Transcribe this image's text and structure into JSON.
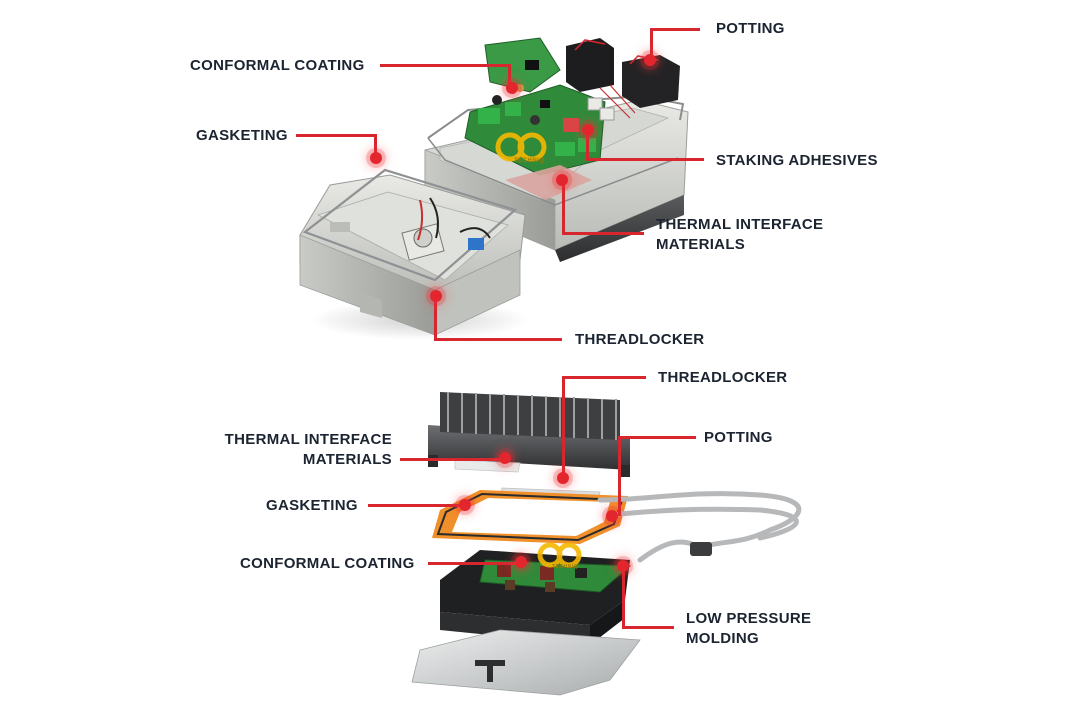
{
  "colors": {
    "accent_red": "#d7262e",
    "label_text": "#1b2430",
    "gasket_orange": "#f0902a",
    "pcb_green": "#2f8a3a",
    "logo_yellow": "#f5b800"
  },
  "top_assembly": {
    "labels": {
      "potting": "POTTING",
      "conformal_coating": "CONFORMAL COATING",
      "gasketing": "GASKETING",
      "staking_adhesives": "STAKING ADHESIVES",
      "thermal_interface_line1": "THERMAL INTERFACE",
      "thermal_interface_line2": "MATERIALS",
      "threadlocker": "THREADLOCKER"
    }
  },
  "bottom_assembly": {
    "labels": {
      "threadlocker": "THREADLOCKER",
      "thermal_interface_line1": "THERMAL INTERFACE",
      "thermal_interface_line2": "MATERIALS",
      "potting": "POTTING",
      "gasketing": "GASKETING",
      "conformal_coating": "CONFORMAL COATING",
      "low_pressure_line1": "LOW PRESSURE",
      "low_pressure_line2": "MOLDING"
    }
  },
  "watermark": {
    "logo_text": "TECHNIQ"
  }
}
